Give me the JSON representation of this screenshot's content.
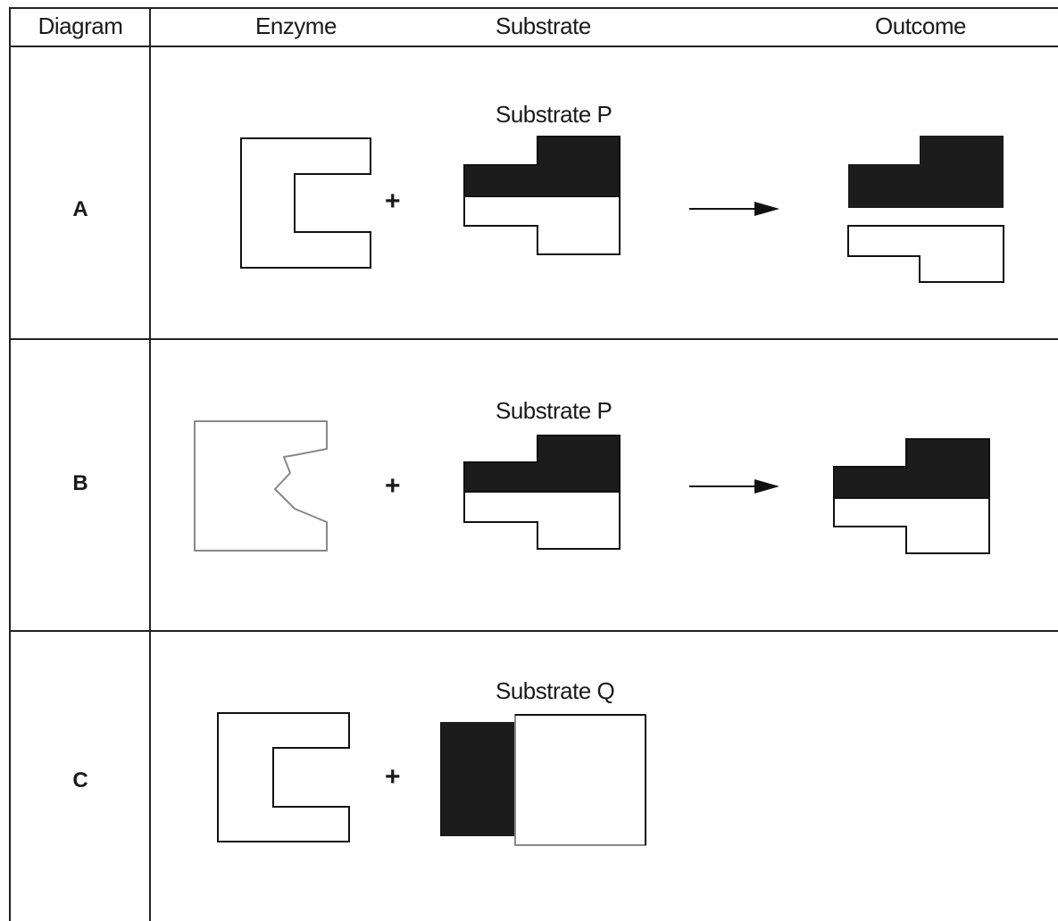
{
  "header": {
    "diagram": "Diagram",
    "enzyme": "Enzyme",
    "substrate": "Substrate",
    "outcome": "Outcome"
  },
  "rows": [
    {
      "label": "A",
      "substrate_label": "Substrate P",
      "plus": "+"
    },
    {
      "label": "B",
      "substrate_label": "Substrate P",
      "plus": "+"
    },
    {
      "label": "C",
      "substrate_label": "Substrate Q",
      "plus": "+"
    }
  ]
}
